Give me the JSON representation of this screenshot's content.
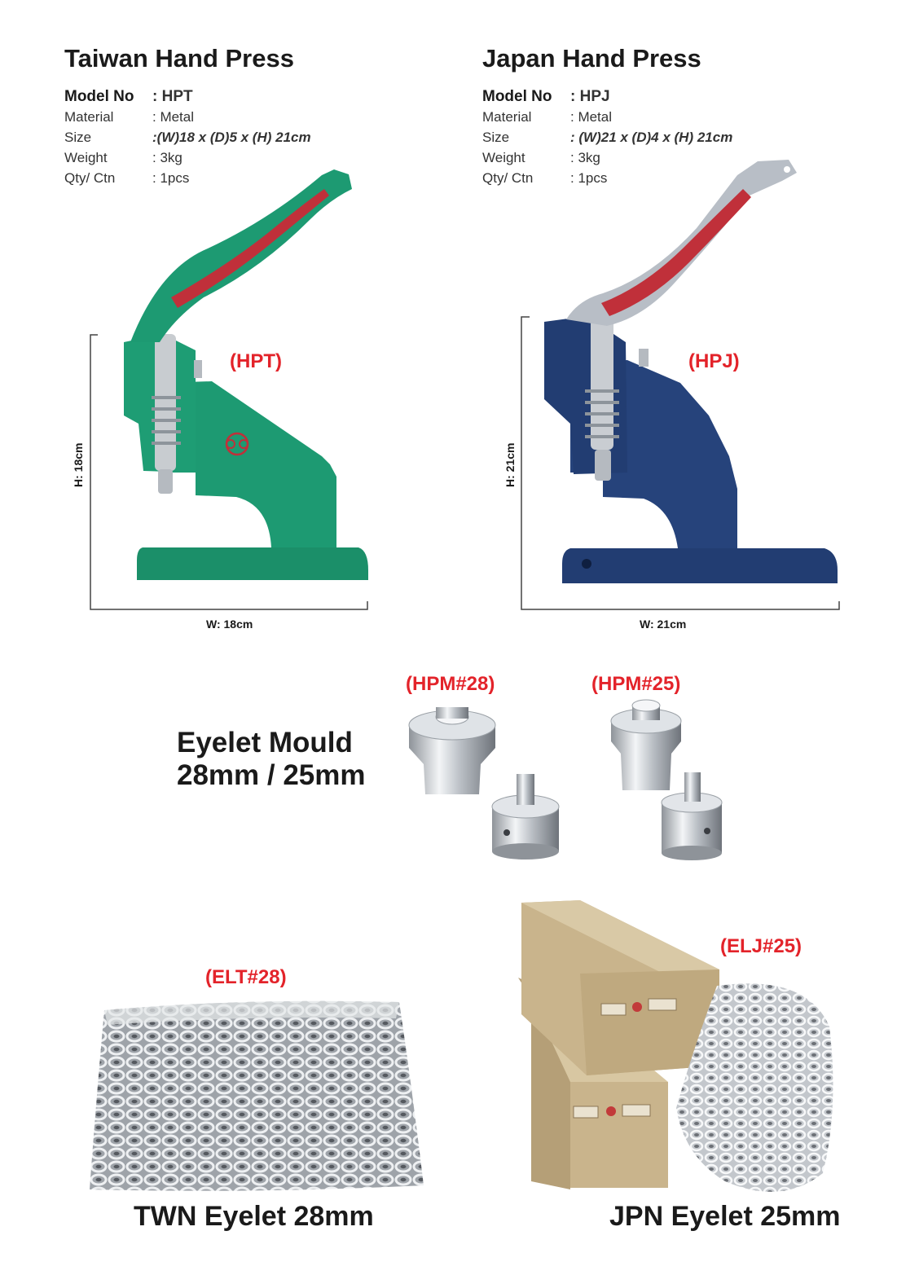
{
  "left": {
    "title": "Taiwan Hand Press",
    "specs": [
      {
        "label": "Model No",
        "value": ": HPT"
      },
      {
        "label": "Material",
        "value": ": Metal"
      },
      {
        "label": "Size",
        "value": ":(W)18 x (D)5 x (H) 21cm"
      },
      {
        "label": "Weight",
        "value": ": 3kg"
      },
      {
        "label": "Qty/ Ctn",
        "value": ": 1pcs"
      }
    ],
    "tag": "(HPT)",
    "height_label": "H: 18cm",
    "width_label": "W: 18cm",
    "colors": {
      "body": "#1d9a72",
      "accent": "#c0303a"
    }
  },
  "right": {
    "title": "Japan Hand Press",
    "specs": [
      {
        "label": "Model No",
        "value": ": HPJ"
      },
      {
        "label": "Material",
        "value": ": Metal"
      },
      {
        "label": "Size",
        "value": ": (W)21 x (D)4 x (H) 21cm"
      },
      {
        "label": "Weight",
        "value": ": 3kg"
      },
      {
        "label": "Qty/ Ctn",
        "value": ": 1pcs"
      }
    ],
    "tag": "(HPJ)",
    "height_label": "H: 21cm",
    "width_label": "W: 21cm",
    "colors": {
      "body": "#223d72",
      "handle": "#b8bec6",
      "accent": "#c0303a"
    }
  },
  "mould": {
    "title_line1": "Eyelet Mould",
    "title_line2": "28mm / 25mm",
    "tag_28": "(HPM#28)",
    "tag_25": "(HPM#25)"
  },
  "eyelets": {
    "twn_tag": "(ELT#28)",
    "twn_label": "TWN Eyelet 28mm",
    "jpn_tag": "(ELJ#25)",
    "jpn_label": "JPN Eyelet 25mm"
  },
  "colors": {
    "red": "#e3232a",
    "text": "#1a1a1a",
    "carton": "#c8b48e"
  }
}
